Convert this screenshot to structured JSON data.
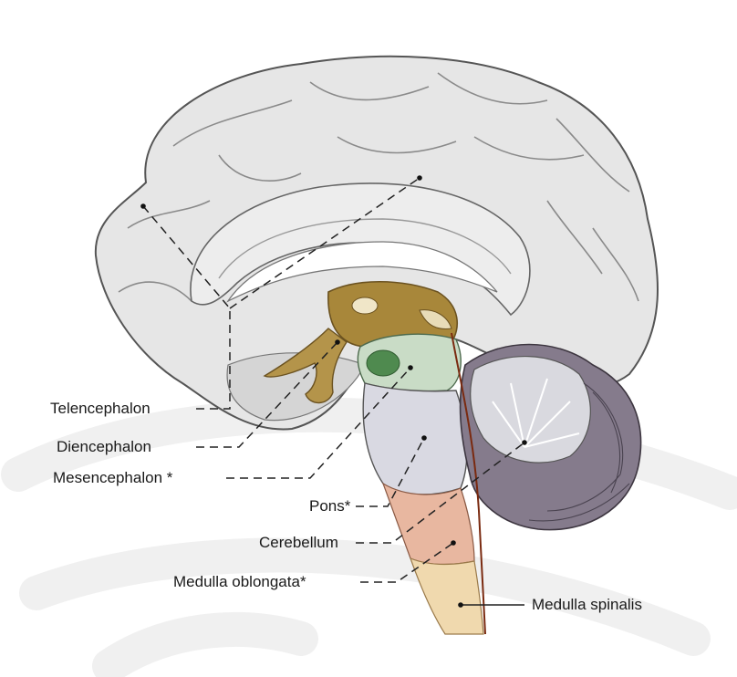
{
  "labels": {
    "telencephalon": "Telencephalon",
    "diencephalon": "Diencephalon",
    "mesencephalon": "Mesencephalon *",
    "pons": "Pons*",
    "cerebellum": "Cerebellum",
    "medulla_oblongata": "Medulla oblongata*",
    "medulla_spinalis": "Medulla spinalis"
  },
  "colors": {
    "cortex": "#e4e4e4",
    "gyri_lines": "#8a8a8a",
    "diencephalon": "#a8873a",
    "mesencephalon": "#c9dcc6",
    "pons": "#d9d9e2",
    "cerebellum": "#8a8190",
    "medulla_oblongata": "#e8b7a0",
    "medulla_spinalis": "#f0d9ae",
    "background_watermark": "#f2f2f2"
  }
}
